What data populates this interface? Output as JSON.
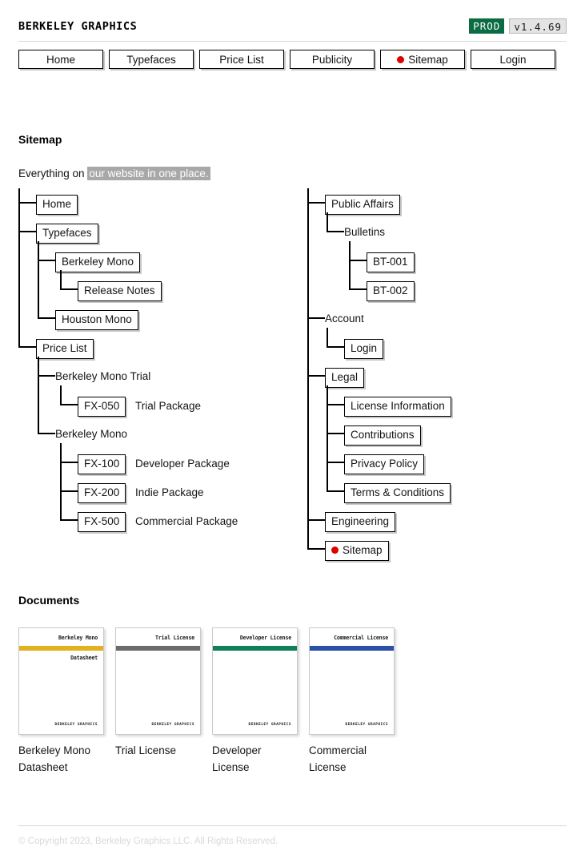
{
  "header": {
    "brand": "BERKELEY GRAPHICS",
    "badges": [
      {
        "name": "environment-badge",
        "label": "PROD",
        "bg": "#0b6b42",
        "fg": "#ffffff"
      },
      {
        "name": "version-badge",
        "label": "v1.4.69",
        "bg": "#e4e4e4",
        "fg": "#1a1a1a"
      }
    ]
  },
  "nav": {
    "items": [
      {
        "label": "Home",
        "active": false
      },
      {
        "label": "Typefaces",
        "active": false
      },
      {
        "label": "Price List",
        "active": false
      },
      {
        "label": "Publicity",
        "active": false
      },
      {
        "label": "Sitemap",
        "active": true
      },
      {
        "label": "Login",
        "active": false
      }
    ],
    "active_dot_color": "#e00000"
  },
  "sitemap": {
    "title": "Sitemap",
    "lede_plain": "Everything on",
    "lede_selected": "our website in one place.",
    "selection_bg": "#a8a8a8",
    "left_nodes": [
      {
        "label": "Home",
        "boxed": true,
        "depth": 1
      },
      {
        "label": "Typefaces",
        "boxed": true,
        "depth": 1
      },
      {
        "label": "Berkeley Mono",
        "boxed": true,
        "depth": 2
      },
      {
        "label": "Release Notes",
        "boxed": true,
        "depth": 3
      },
      {
        "label": "Houston Mono",
        "boxed": true,
        "depth": 2
      },
      {
        "label": "Price List",
        "boxed": true,
        "depth": 1
      },
      {
        "label": "Berkeley Mono Trial",
        "boxed": false,
        "depth": 2
      },
      {
        "label": "FX-050",
        "boxed": true,
        "depth": 3,
        "suffix": "Trial Package"
      },
      {
        "label": "Berkeley Mono",
        "boxed": false,
        "depth": 2
      },
      {
        "label": "FX-100",
        "boxed": true,
        "depth": 3,
        "suffix": "Developer Package"
      },
      {
        "label": "FX-200",
        "boxed": true,
        "depth": 3,
        "suffix": "Indie Package"
      },
      {
        "label": "FX-500",
        "boxed": true,
        "depth": 3,
        "suffix": "Commercial Package"
      }
    ],
    "right_nodes": [
      {
        "label": "Public Affairs",
        "boxed": true,
        "depth": 1
      },
      {
        "label": "Bulletins",
        "boxed": false,
        "depth": 2
      },
      {
        "label": "BT-001",
        "boxed": true,
        "depth": 3
      },
      {
        "label": "BT-002",
        "boxed": true,
        "depth": 3
      },
      {
        "label": "Account",
        "boxed": false,
        "depth": 1
      },
      {
        "label": "Login",
        "boxed": true,
        "depth": 2
      },
      {
        "label": "Legal",
        "boxed": true,
        "depth": 1
      },
      {
        "label": "License Information",
        "boxed": true,
        "depth": 2
      },
      {
        "label": "Contributions",
        "boxed": true,
        "depth": 2
      },
      {
        "label": "Privacy Policy",
        "boxed": true,
        "depth": 2
      },
      {
        "label": "Terms & Conditions",
        "boxed": true,
        "depth": 2
      },
      {
        "label": "Engineering",
        "boxed": true,
        "depth": 1
      },
      {
        "label": "Sitemap",
        "boxed": true,
        "depth": 1,
        "dot": "#e00000"
      }
    ]
  },
  "documents": {
    "title": "Documents",
    "logo": "BERKELEY GRAPHICS",
    "items": [
      {
        "thumb_title": "Berkeley Mono",
        "thumb_sub": "Datasheet",
        "bar_color": "#e3b01f",
        "label": "Berkeley Mono Datasheet"
      },
      {
        "thumb_title": "Trial License",
        "thumb_sub": "",
        "bar_color": "#6b6b6b",
        "label": "Trial License"
      },
      {
        "thumb_title": "Developer License",
        "thumb_sub": "",
        "bar_color": "#10805a",
        "label": "Developer License"
      },
      {
        "thumb_title": "Commercial License",
        "thumb_sub": "",
        "bar_color": "#2b50a8",
        "label": "Commercial License"
      }
    ]
  },
  "footer": {
    "copyright": "© Copyright 2023, Berkeley Graphics LLC. All Rights Reserved."
  }
}
